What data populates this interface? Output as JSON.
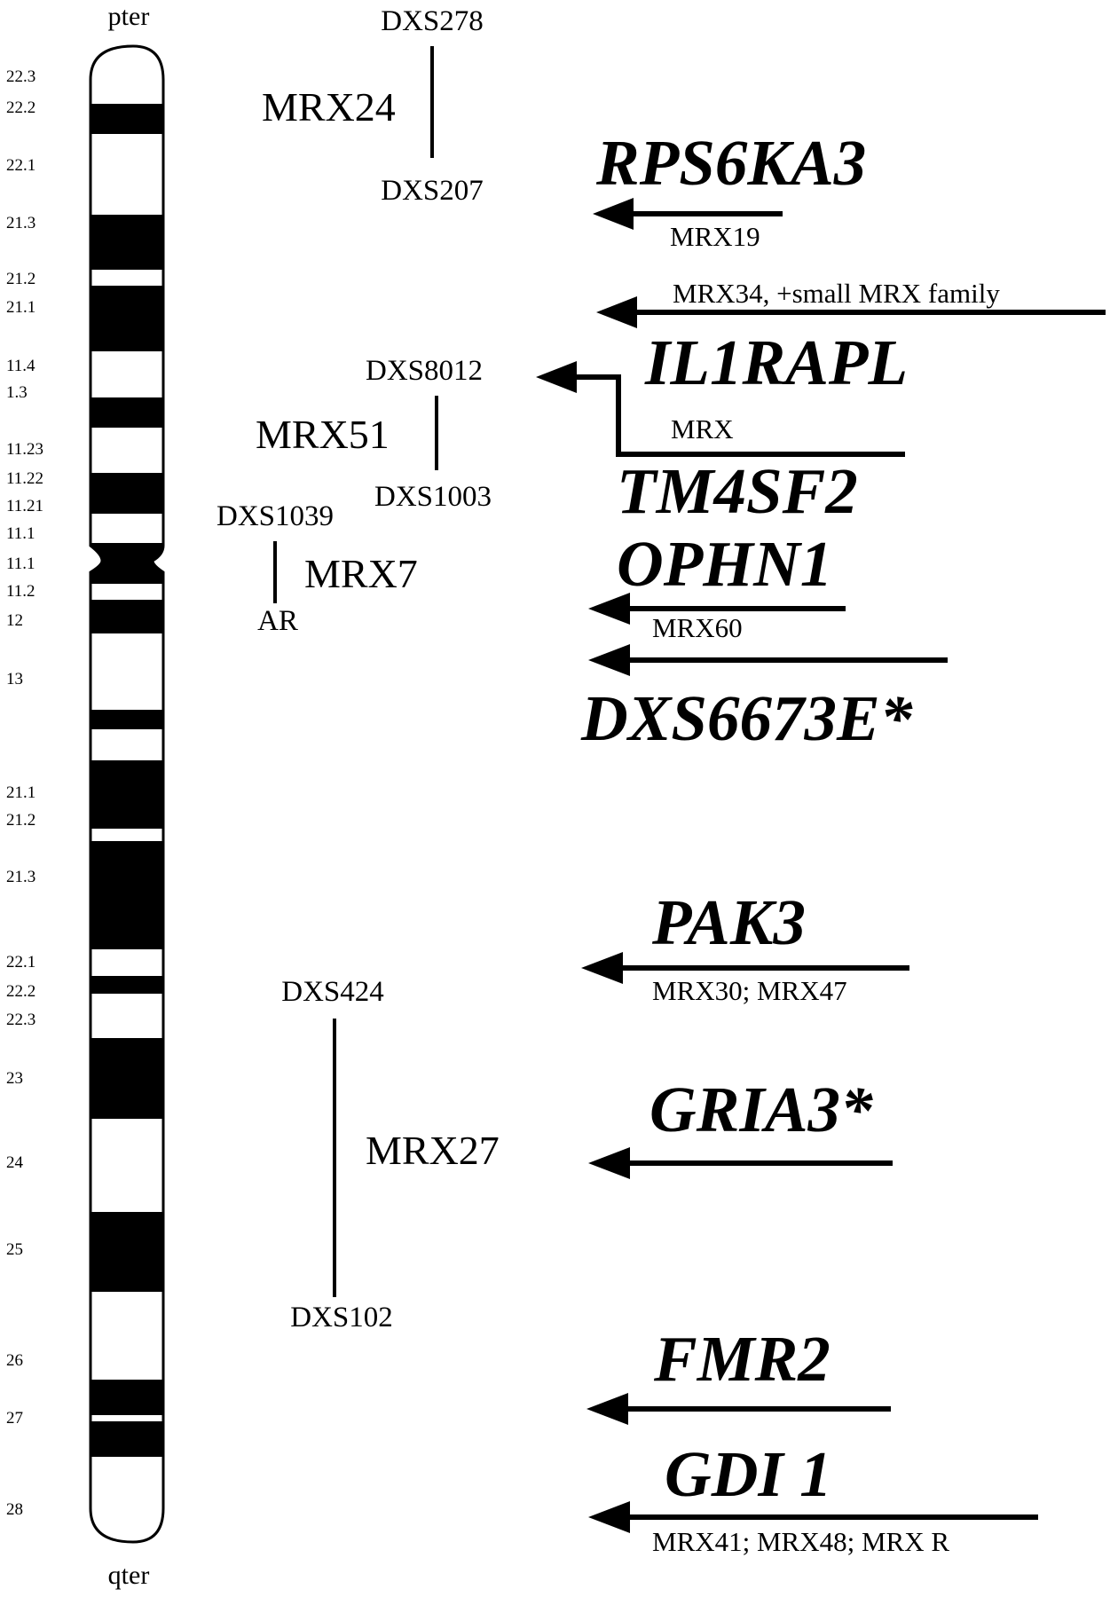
{
  "chromosome": {
    "top_label": "pter",
    "bottom_label": "qter",
    "band_labels": [
      "22.3",
      "22.2",
      "22.1",
      "21.3",
      "21.2",
      "21.1",
      "11.4",
      "1.3",
      "11.23",
      "11.22",
      "11.21",
      "11.1",
      "11.1",
      "11.2",
      "12",
      "13",
      "21.1",
      "21.2",
      "21.3",
      "22.1",
      "22.2",
      "22.3",
      "23",
      "24",
      "25",
      "26",
      "27",
      "28"
    ]
  },
  "loci": [
    {
      "name": "MRX24",
      "flank_top": "DXS278",
      "flank_bottom": "DXS207"
    },
    {
      "name": "MRX51",
      "flank_top": "DXS8012",
      "flank_bottom": "DXS1003"
    },
    {
      "name": "MRX7",
      "flank_top": "DXS1039",
      "flank_bottom": "AR"
    },
    {
      "name": "MRX27",
      "flank_top": "DXS424",
      "flank_bottom": "DXS102"
    }
  ],
  "genes": [
    {
      "name": "RPS6KA3",
      "families": "MRX19"
    },
    {
      "name": "IL1RAPL",
      "families": "MRX34, +small MRX family"
    },
    {
      "name": "TM4SF2",
      "families": "MRX"
    },
    {
      "name": "OPHN1",
      "families": "MRX60"
    },
    {
      "name": "DXS6673E*",
      "families": ""
    },
    {
      "name": "PAK3",
      "families": "MRX30; MRX47"
    },
    {
      "name": "GRIA3*",
      "families": ""
    },
    {
      "name": "FMR2",
      "families": ""
    },
    {
      "name": "GDI 1",
      "families": "MRX41; MRX48; MRX R"
    }
  ]
}
